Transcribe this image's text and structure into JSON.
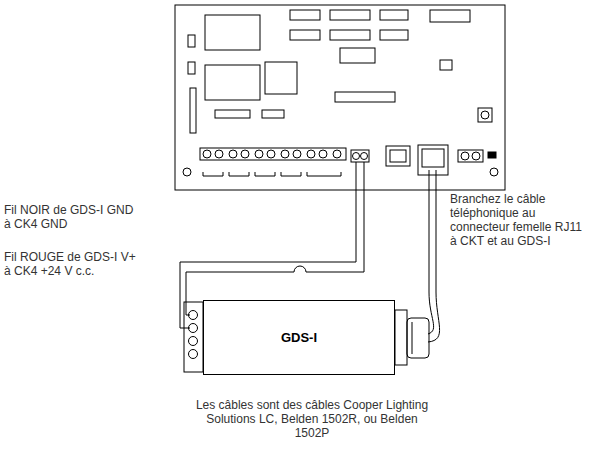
{
  "diagram": {
    "nodes": [
      {
        "text": [
          "GDS-I"
        ]
      }
    ],
    "labels": [
      "Fil NOIR de GDS-I GND à CK4 GND",
      "Fil ROUGE de GDS-I V+ à CK4 +24 V c.c.",
      "Branchez le câble téléphonique au connecteur femelle RJ11 à CKT et au GDS-I",
      "Les câbles sont des câbles Cooper Lighting Solutions LC, Belden 1502R, ou Belden 1502P"
    ]
  }
}
